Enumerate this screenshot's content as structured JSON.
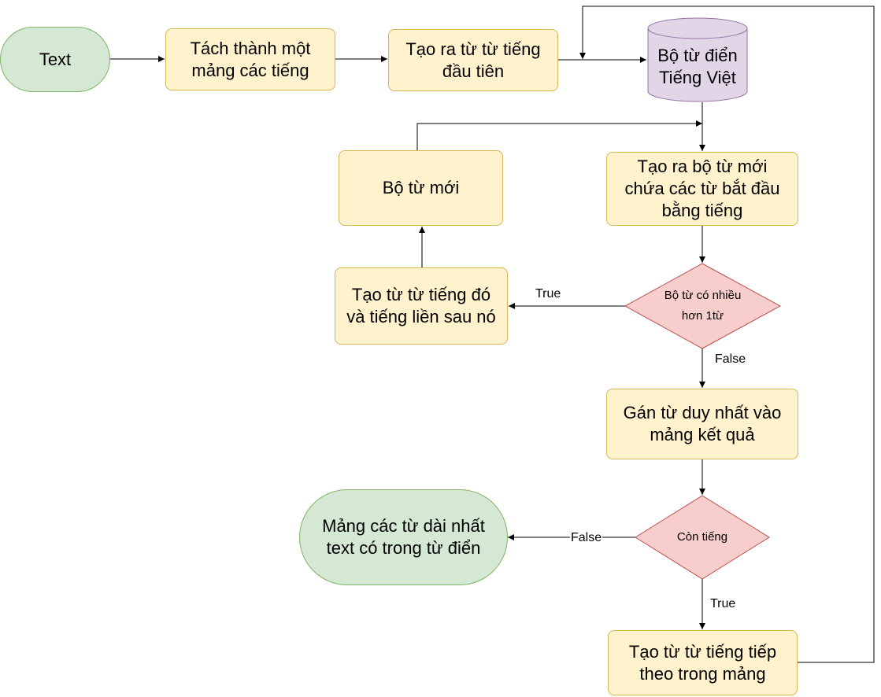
{
  "nodes": {
    "start": "Text",
    "split": "Tách thành một\nmảng các tiếng",
    "first_word": "Tạo ra từ từ tiếng\nđầu tiên",
    "dictionary": "Bộ từ điển\nTiếng Việt",
    "new_set": "Tạo ra bộ từ mới\nchứa các từ bắt đầu\nbằng tiếng",
    "new_dict": "Bộ từ mới",
    "make_word": "Tạo từ từ tiếng đó\nvà tiếng liền sau nó",
    "many_words": "Bộ từ có nhiều\nhơn 1từ",
    "assign": "Gán từ duy nhất vào\nmảng kết quả",
    "more_syllables": "Còn tiếng",
    "result": "Mảng các từ dài nhất\ntext có trong từ điển",
    "next_word": "Tạo từ từ tiếng tiếp\ntheo trong mảng"
  },
  "edge_labels": {
    "many_true": "True",
    "many_false": "False",
    "more_false": "False",
    "more_true": "True"
  },
  "colors": {
    "process_fill": "#fff2cc",
    "process_stroke": "#d6b656",
    "terminal_fill": "#d5e8d4",
    "terminal_stroke": "#82b366",
    "decision_fill": "#f8cecc",
    "decision_stroke": "#b85450",
    "database_fill": "#e1d5e7",
    "database_stroke": "#9673a6"
  }
}
